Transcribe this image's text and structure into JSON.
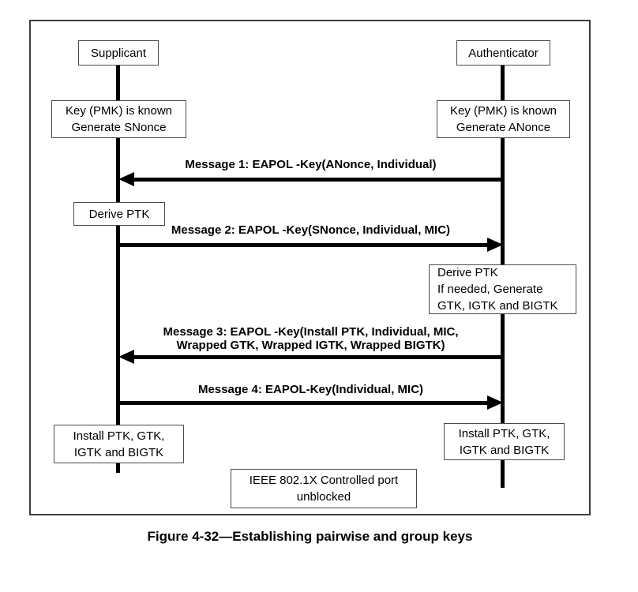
{
  "figure": {
    "caption": "Figure 4-32—Establishing pairwise and group keys"
  },
  "actors": {
    "left": {
      "label": "Supplicant"
    },
    "right": {
      "label": "Authenticator"
    }
  },
  "boxes": {
    "supplicant_key": {
      "lines": [
        "Key (PMK) is known",
        "Generate SNonce"
      ]
    },
    "authenticator_key": {
      "lines": [
        "Key (PMK) is known",
        "Generate ANonce"
      ]
    },
    "supplicant_derive": {
      "lines": [
        "Derive PTK"
      ]
    },
    "authenticator_derive": {
      "lines": [
        "Derive PTK",
        "If needed, Generate",
        "GTK, IGTK and BIGTK"
      ]
    },
    "supplicant_install": {
      "lines": [
        "Install PTK, GTK,",
        "IGTK and BIGTK"
      ]
    },
    "authenticator_install": {
      "lines": [
        "Install PTK, GTK,",
        "IGTK and BIGTK"
      ]
    },
    "controlled_port": {
      "lines": [
        "IEEE 802.1X Controlled port",
        "unblocked"
      ]
    }
  },
  "messages": [
    {
      "label": "Message 1: EAPOL -Key(ANonce, Individual)",
      "direction": "authenticator_to_supplicant"
    },
    {
      "label": "Message 2: EAPOL -Key(SNonce, Individual, MIC)",
      "direction": "supplicant_to_authenticator"
    },
    {
      "label_lines": [
        "Message 3: EAPOL -Key(Install PTK, Individual, MIC,",
        "Wrapped GTK, Wrapped IGTK, Wrapped BIGTK)"
      ],
      "direction": "authenticator_to_supplicant"
    },
    {
      "label": "Message 4: EAPOL-Key(Individual, MIC)",
      "direction": "supplicant_to_authenticator"
    }
  ],
  "colors": {
    "background": "#ffffff",
    "text": "#000000",
    "line": "#000000",
    "node_border": "#4a4a4a",
    "frame_border": "#3d3d3d"
  }
}
